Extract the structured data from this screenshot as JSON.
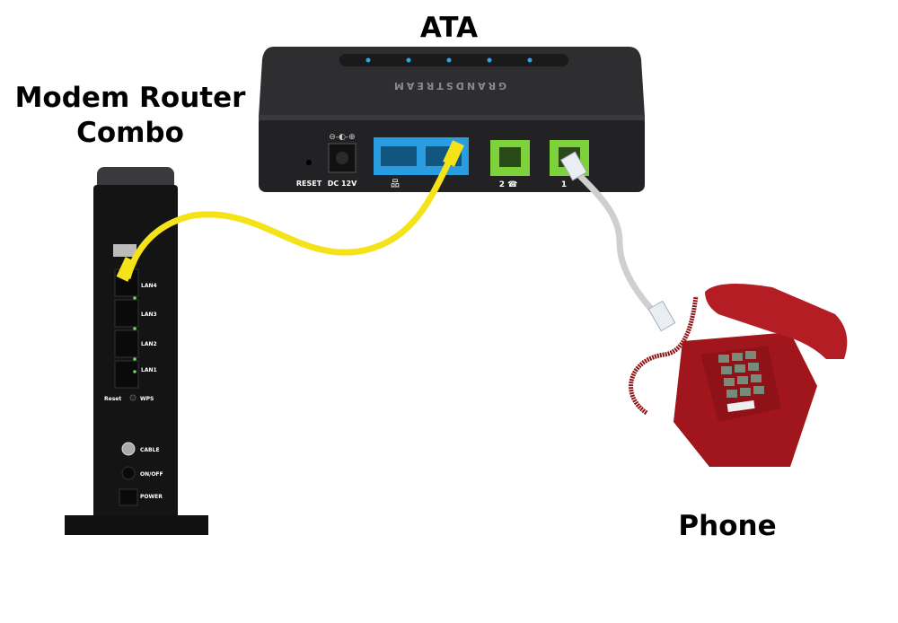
{
  "labels": {
    "ata": "ATA",
    "modem": [
      "Modem Router",
      "Combo"
    ],
    "phone": "Phone"
  },
  "ata": {
    "brand": "GRANDSTREAM",
    "ports": {
      "reset": "RESET",
      "power": "DC 12V",
      "phone2": "2",
      "phone1": "1"
    },
    "colors": {
      "body": "#2a2a2c",
      "lan": "#2a9de0",
      "phone_port": "#7dd13a",
      "led": "#2aa6e8"
    }
  },
  "modem": {
    "ports": [
      "LAN4",
      "LAN3",
      "LAN2",
      "LAN1"
    ],
    "reset": "Reset",
    "wps": "WPS",
    "cable": "CABLE",
    "onoff": "ON/OFF",
    "power": "POWER",
    "colors": {
      "body": "#1a1a1a"
    }
  },
  "cables": {
    "ethernet_color": "#f5e31a",
    "phone_line_color": "#cfcfcf",
    "connections": [
      {
        "from": "modem LAN4",
        "to": "ATA LAN",
        "type": "ethernet"
      },
      {
        "from": "ATA phone port 1",
        "to": "Phone",
        "type": "phone line"
      }
    ]
  },
  "phone": {
    "color": "#a0161c"
  }
}
